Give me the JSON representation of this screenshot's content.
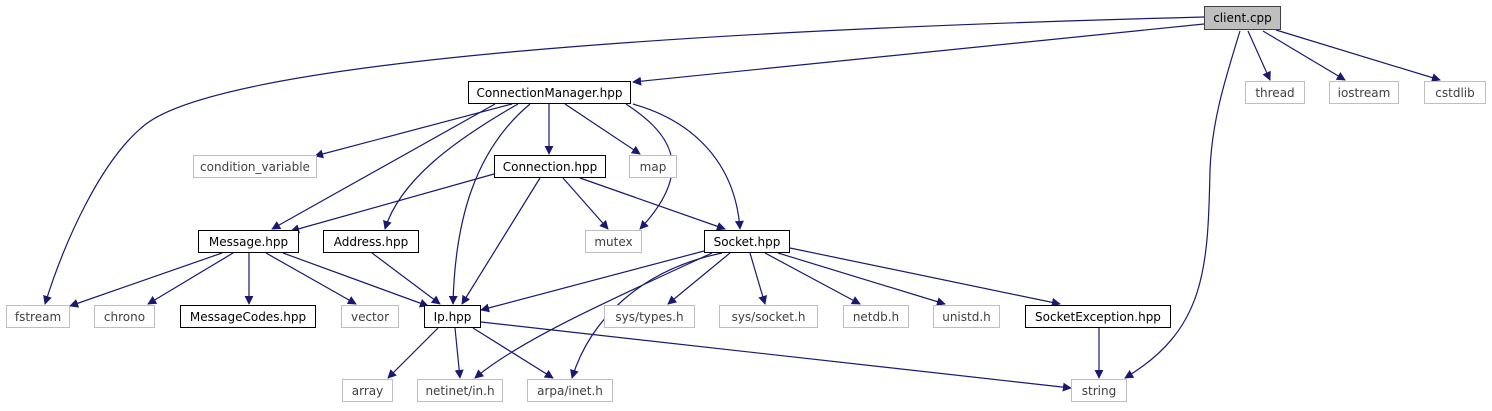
{
  "diagram": {
    "type": "include-dependency-graph",
    "root": "client.cpp",
    "colors": {
      "edge": "#191970",
      "documented_border": "#000000",
      "system_border": "#bfbfbf",
      "root_fill": "#bfbfbf"
    },
    "nodes": {
      "client_cpp": {
        "label": "client.cpp",
        "kind": "root"
      },
      "connection_manager_hpp": {
        "label": "ConnectionManager.hpp",
        "kind": "documented"
      },
      "connection_hpp": {
        "label": "Connection.hpp",
        "kind": "documented"
      },
      "message_hpp": {
        "label": "Message.hpp",
        "kind": "documented"
      },
      "address_hpp": {
        "label": "Address.hpp",
        "kind": "documented"
      },
      "socket_hpp": {
        "label": "Socket.hpp",
        "kind": "documented"
      },
      "message_codes_hpp": {
        "label": "MessageCodes.hpp",
        "kind": "documented"
      },
      "ip_hpp": {
        "label": "Ip.hpp",
        "kind": "documented"
      },
      "socket_exception_hpp": {
        "label": "SocketException.hpp",
        "kind": "documented"
      },
      "thread": {
        "label": "thread",
        "kind": "system"
      },
      "iostream": {
        "label": "iostream",
        "kind": "system"
      },
      "cstdlib": {
        "label": "cstdlib",
        "kind": "system"
      },
      "condition_variable": {
        "label": "condition_variable",
        "kind": "system"
      },
      "map": {
        "label": "map",
        "kind": "system"
      },
      "mutex": {
        "label": "mutex",
        "kind": "system"
      },
      "fstream": {
        "label": "fstream",
        "kind": "system"
      },
      "chrono": {
        "label": "chrono",
        "kind": "system"
      },
      "vector": {
        "label": "vector",
        "kind": "system"
      },
      "sys_types_h": {
        "label": "sys/types.h",
        "kind": "system"
      },
      "sys_socket_h": {
        "label": "sys/socket.h",
        "kind": "system"
      },
      "netdb_h": {
        "label": "netdb.h",
        "kind": "system"
      },
      "unistd_h": {
        "label": "unistd.h",
        "kind": "system"
      },
      "array": {
        "label": "array",
        "kind": "system"
      },
      "netinet_in_h": {
        "label": "netinet/in.h",
        "kind": "system"
      },
      "arpa_inet_h": {
        "label": "arpa/inet.h",
        "kind": "system"
      },
      "string": {
        "label": "string",
        "kind": "system"
      }
    },
    "edges": [
      [
        "client_cpp",
        "connection_manager_hpp"
      ],
      [
        "client_cpp",
        "fstream"
      ],
      [
        "client_cpp",
        "thread"
      ],
      [
        "client_cpp",
        "iostream"
      ],
      [
        "client_cpp",
        "cstdlib"
      ],
      [
        "client_cpp",
        "string"
      ],
      [
        "connection_manager_hpp",
        "condition_variable"
      ],
      [
        "connection_manager_hpp",
        "connection_hpp"
      ],
      [
        "connection_manager_hpp",
        "map"
      ],
      [
        "connection_manager_hpp",
        "mutex"
      ],
      [
        "connection_manager_hpp",
        "message_hpp"
      ],
      [
        "connection_manager_hpp",
        "address_hpp"
      ],
      [
        "connection_manager_hpp",
        "ip_hpp"
      ],
      [
        "connection_manager_hpp",
        "socket_hpp"
      ],
      [
        "connection_hpp",
        "message_hpp"
      ],
      [
        "connection_hpp",
        "mutex"
      ],
      [
        "connection_hpp",
        "socket_hpp"
      ],
      [
        "connection_hpp",
        "ip_hpp"
      ],
      [
        "message_hpp",
        "fstream"
      ],
      [
        "message_hpp",
        "chrono"
      ],
      [
        "message_hpp",
        "message_codes_hpp"
      ],
      [
        "message_hpp",
        "vector"
      ],
      [
        "message_hpp",
        "ip_hpp"
      ],
      [
        "address_hpp",
        "ip_hpp"
      ],
      [
        "socket_hpp",
        "ip_hpp"
      ],
      [
        "socket_hpp",
        "sys_types_h"
      ],
      [
        "socket_hpp",
        "sys_socket_h"
      ],
      [
        "socket_hpp",
        "netdb_h"
      ],
      [
        "socket_hpp",
        "unistd_h"
      ],
      [
        "socket_hpp",
        "socket_exception_hpp"
      ],
      [
        "socket_hpp",
        "netinet_in_h"
      ],
      [
        "socket_hpp",
        "arpa_inet_h"
      ],
      [
        "ip_hpp",
        "array"
      ],
      [
        "ip_hpp",
        "netinet_in_h"
      ],
      [
        "ip_hpp",
        "arpa_inet_h"
      ],
      [
        "ip_hpp",
        "string"
      ],
      [
        "socket_exception_hpp",
        "string"
      ]
    ]
  }
}
